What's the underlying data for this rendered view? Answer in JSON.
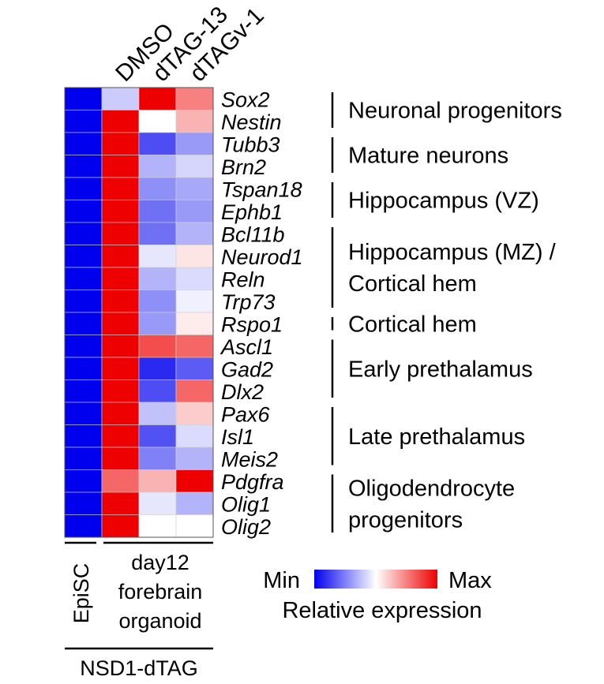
{
  "chart_data": {
    "type": "heatmap",
    "title": "",
    "columns": [
      "EpiSC",
      "DMSO",
      "dTAG-13",
      "dTAGv-1"
    ],
    "rows": [
      "Sox2",
      "Nestin",
      "Tubb3",
      "Brn2",
      "Tspan18",
      "Ephb1",
      "Bcl11b",
      "Neurod1",
      "Reln",
      "Trp73",
      "Rspo1",
      "Ascl1",
      "Gad2",
      "Dlx2",
      "Pax6",
      "Isl1",
      "Meis2",
      "Pdgfra",
      "Olig1",
      "Olig2"
    ],
    "scale": {
      "min": 0,
      "max": 1,
      "min_label": "Min",
      "max_label": "Max",
      "label": "Relative expression",
      "colors": {
        "low": "#0000ee",
        "mid": "#ffffff",
        "high": "#ee0000"
      }
    },
    "values": [
      [
        0.0,
        0.4,
        1.0,
        0.75
      ],
      [
        0.0,
        1.0,
        0.5,
        0.65
      ],
      [
        0.0,
        1.0,
        0.15,
        0.3
      ],
      [
        0.0,
        1.0,
        0.35,
        0.42
      ],
      [
        0.0,
        1.0,
        0.28,
        0.33
      ],
      [
        0.0,
        1.0,
        0.22,
        0.3
      ],
      [
        0.0,
        1.0,
        0.22,
        0.35
      ],
      [
        0.0,
        1.0,
        0.45,
        0.55
      ],
      [
        0.0,
        1.0,
        0.35,
        0.43
      ],
      [
        0.0,
        1.0,
        0.28,
        0.47
      ],
      [
        0.0,
        1.0,
        0.3,
        0.54
      ],
      [
        0.0,
        1.0,
        0.85,
        0.8
      ],
      [
        0.0,
        1.0,
        0.08,
        0.18
      ],
      [
        0.0,
        1.0,
        0.15,
        0.8
      ],
      [
        0.0,
        1.0,
        0.38,
        0.6
      ],
      [
        0.0,
        1.0,
        0.16,
        0.43
      ],
      [
        0.0,
        1.0,
        0.25,
        0.35
      ],
      [
        0.0,
        0.8,
        0.65,
        1.0
      ],
      [
        0.0,
        1.0,
        0.45,
        0.35
      ],
      [
        0.0,
        1.0,
        0.5,
        0.5
      ]
    ],
    "groups": [
      {
        "lines": [
          "Neuronal progenitors"
        ],
        "first_row": 0,
        "last_row": 1
      },
      {
        "lines": [
          "Mature neurons"
        ],
        "first_row": 2,
        "last_row": 3
      },
      {
        "lines": [
          "Hippocampus (VZ)"
        ],
        "first_row": 4,
        "last_row": 5
      },
      {
        "lines": [
          "Hippocampus (MZ) /",
          "Cortical hem"
        ],
        "first_row": 6,
        "last_row": 9
      },
      {
        "lines": [
          "Cortical hem"
        ],
        "first_row": 10,
        "last_row": 10
      },
      {
        "lines": [
          "Early prethalamus"
        ],
        "first_row": 11,
        "last_row": 13
      },
      {
        "lines": [
          "Late prethalamus"
        ],
        "first_row": 14,
        "last_row": 16
      },
      {
        "lines": [
          "Oligodendrocyte",
          "progenitors"
        ],
        "first_row": 17,
        "last_row": 19
      }
    ],
    "bottom_labels": {
      "episc": "EpiSC",
      "organoid": [
        "day12",
        "forebrain",
        "organoid"
      ],
      "construct": "NSD1-dTAG"
    }
  }
}
